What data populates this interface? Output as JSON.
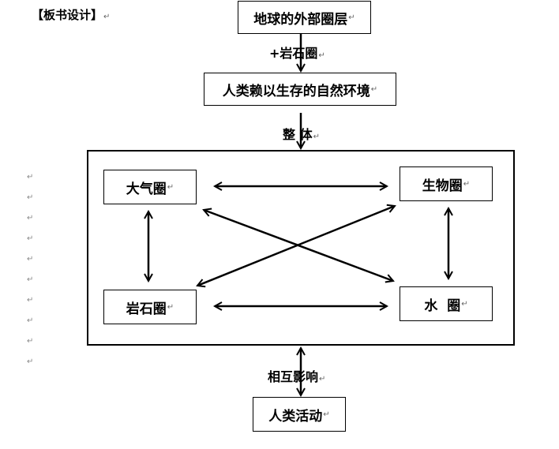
{
  "title": "【板书设计】",
  "top": "地球的外部圈层",
  "link1": "+岩石圈",
  "env": "人类赖以生存的自然环境",
  "link2": "整  体",
  "spheres": {
    "atmosphere": "大气圈",
    "biosphere": "生物圈",
    "lithosphere": "岩石圈",
    "hydrosphere": "水  圈"
  },
  "link3": "相互影响",
  "human": "人类活动",
  "paragraph_mark": "↵",
  "margin_marks": [
    "↵",
    "↵",
    "↵",
    "↵",
    "↵",
    "↵",
    "↵",
    "↵",
    "↵",
    "↵"
  ]
}
